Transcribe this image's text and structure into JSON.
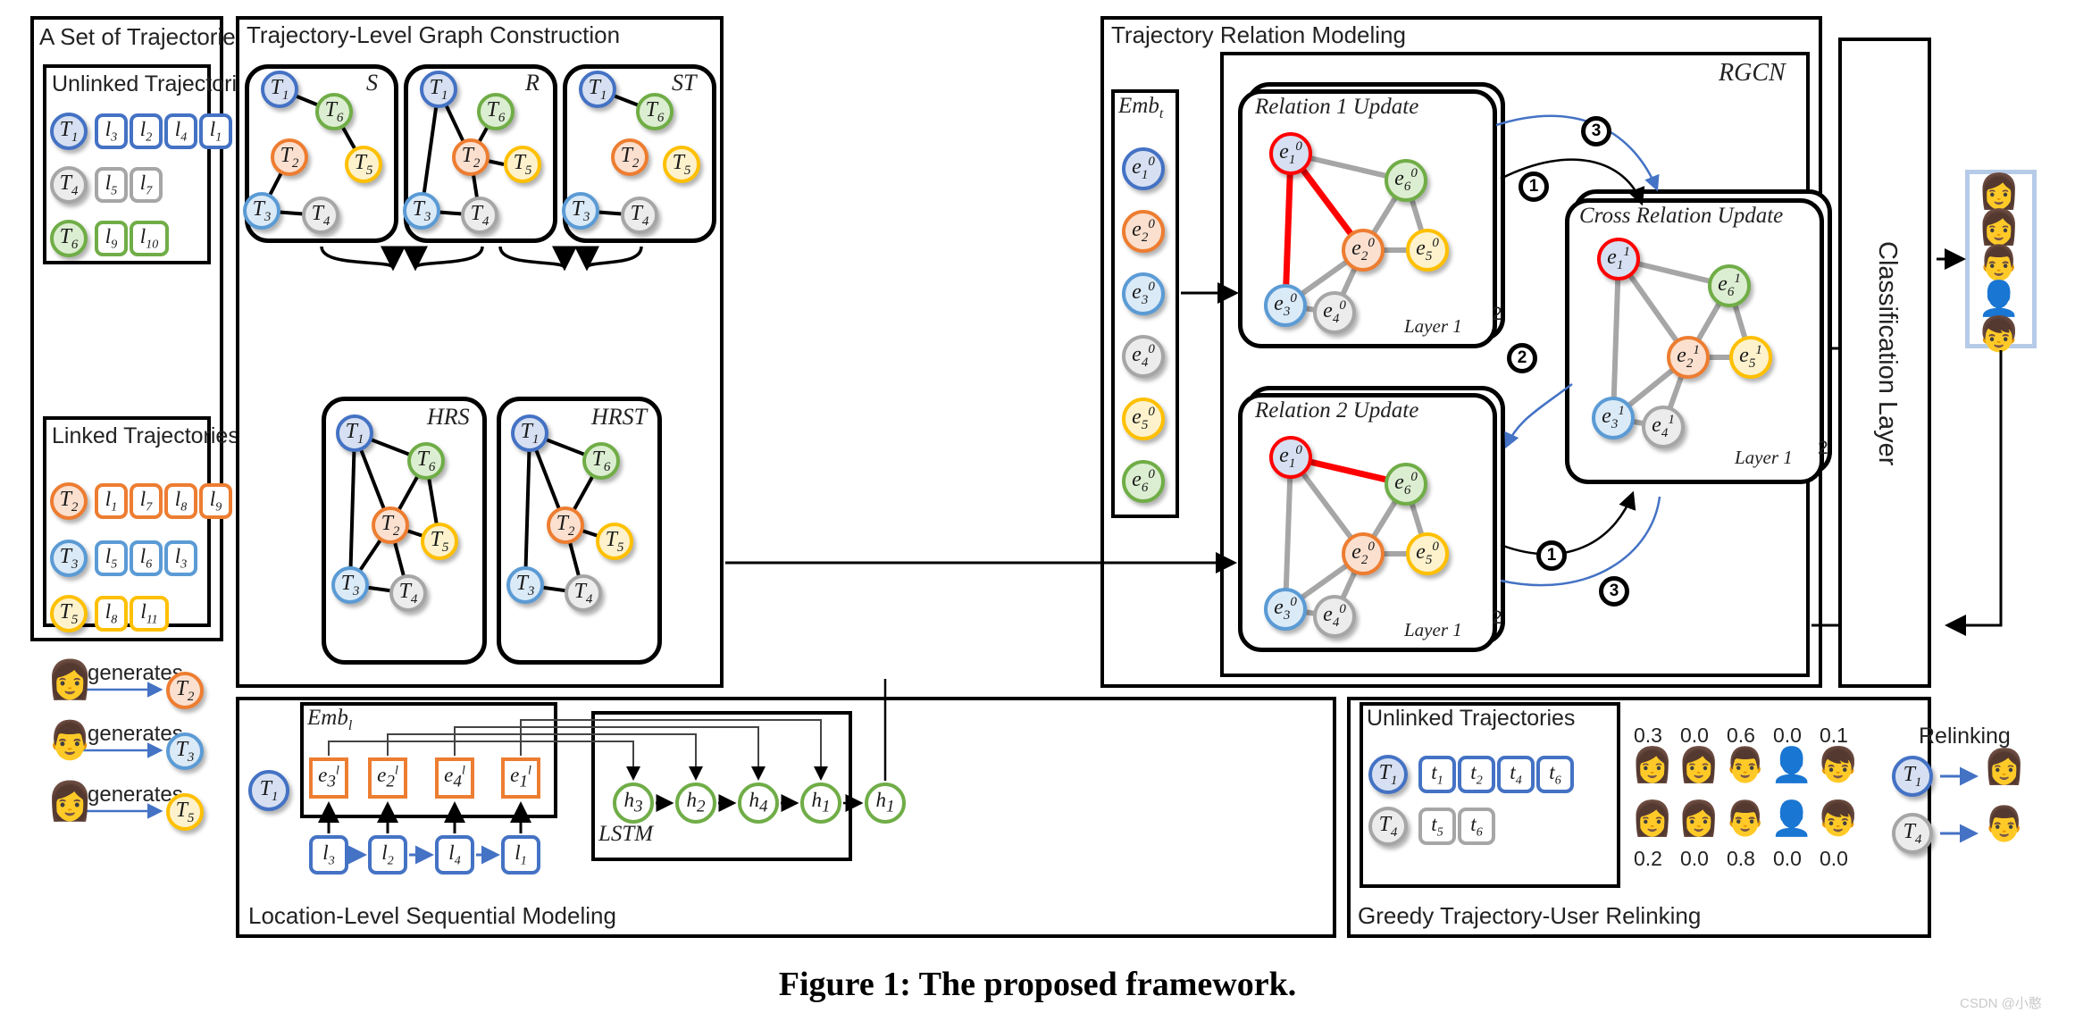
{
  "figure": {
    "caption": "Figure 1: The proposed framework.",
    "watermark": "CSDN @小憨"
  },
  "panels": {
    "trajectory_set": {
      "title": "A Set of Trajectories",
      "unlinked": {
        "title": "Unlinked Trajectories",
        "rows": [
          {
            "traj": "T",
            "sub": "1",
            "color": "blue",
            "locs": [
              {
                "l": "l",
                "sub": "3"
              },
              {
                "l": "l",
                "sub": "2"
              },
              {
                "l": "l",
                "sub": "4"
              },
              {
                "l": "l",
                "sub": "1"
              }
            ]
          },
          {
            "traj": "T",
            "sub": "4",
            "color": "gray",
            "locs": [
              {
                "l": "l",
                "sub": "5"
              },
              {
                "l": "l",
                "sub": "7"
              }
            ]
          },
          {
            "traj": "T",
            "sub": "6",
            "color": "green",
            "locs": [
              {
                "l": "l",
                "sub": "9"
              },
              {
                "l": "l",
                "sub": "10"
              }
            ]
          }
        ]
      },
      "linked": {
        "title": "Linked Trajectories",
        "rows": [
          {
            "traj": "T",
            "sub": "2",
            "color": "orange",
            "locs": [
              {
                "l": "l",
                "sub": "1"
              },
              {
                "l": "l",
                "sub": "7"
              },
              {
                "l": "l",
                "sub": "8"
              },
              {
                "l": "l",
                "sub": "9"
              }
            ]
          },
          {
            "traj": "T",
            "sub": "3",
            "color": "lblue",
            "locs": [
              {
                "l": "l",
                "sub": "5"
              },
              {
                "l": "l",
                "sub": "6"
              },
              {
                "l": "l",
                "sub": "3"
              }
            ]
          },
          {
            "traj": "T",
            "sub": "5",
            "color": "yellow",
            "locs": [
              {
                "l": "l",
                "sub": "8"
              },
              {
                "l": "l",
                "sub": "11"
              }
            ]
          }
        ],
        "generates": [
          {
            "label": "generates",
            "traj": "T",
            "sub": "2",
            "color": "orange",
            "user": "woman-long-hair"
          },
          {
            "label": "generates",
            "traj": "T",
            "sub": "3",
            "color": "lblue",
            "user": "man-dark"
          },
          {
            "label": "generates",
            "traj": "T",
            "sub": "5",
            "color": "yellow",
            "user": "woman-bow"
          }
        ]
      }
    },
    "graph_construction": {
      "title": "Trajectory-Level Graph Construction",
      "graphs": [
        {
          "name": "S",
          "nodes": [
            "T1",
            "T6",
            "T2",
            "T5",
            "T3",
            "T4"
          ],
          "edges": [
            [
              "T1",
              "T6"
            ],
            [
              "T6",
              "T5"
            ],
            [
              "T2",
              "T3"
            ],
            [
              "T3",
              "T4"
            ]
          ]
        },
        {
          "name": "R",
          "nodes": [
            "T1",
            "T6",
            "T2",
            "T5",
            "T3",
            "T4"
          ],
          "edges": [
            [
              "T1",
              "T3"
            ],
            [
              "T1",
              "T2"
            ],
            [
              "T2",
              "T6"
            ],
            [
              "T2",
              "T5"
            ],
            [
              "T2",
              "T4"
            ],
            [
              "T3",
              "T4"
            ]
          ]
        },
        {
          "name": "ST",
          "nodes": [
            "T1",
            "T6",
            "T2",
            "T5",
            "T3",
            "T4"
          ],
          "edges": [
            [
              "T1",
              "T6"
            ],
            [
              "T3",
              "T4"
            ]
          ]
        },
        {
          "name": "HRS",
          "nodes": [
            "T1",
            "T6",
            "T2",
            "T5",
            "T3",
            "T4"
          ],
          "edges": [
            [
              "T1",
              "T6"
            ],
            [
              "T1",
              "T3"
            ],
            [
              "T1",
              "T2"
            ],
            [
              "T2",
              "T6"
            ],
            [
              "T6",
              "T5"
            ],
            [
              "T2",
              "T5"
            ],
            [
              "T2",
              "T3"
            ],
            [
              "T2",
              "T4"
            ],
            [
              "T3",
              "T4"
            ]
          ]
        },
        {
          "name": "HRST",
          "nodes": [
            "T1",
            "T6",
            "T2",
            "T5",
            "T3",
            "T4"
          ],
          "edges": [
            [
              "T1",
              "T6"
            ],
            [
              "T1",
              "T3"
            ],
            [
              "T1",
              "T2"
            ],
            [
              "T2",
              "T6"
            ],
            [
              "T2",
              "T5"
            ],
            [
              "T2",
              "T4"
            ],
            [
              "T3",
              "T4"
            ]
          ]
        }
      ]
    },
    "relation_modeling": {
      "title": "Trajectory Relation Modeling",
      "rgcn_label": "RGCN",
      "emb_t": {
        "label": "Emb",
        "label_sub": "t",
        "nodes": [
          {
            "e": "e",
            "sub": "1",
            "sup": "0",
            "color": "blue"
          },
          {
            "e": "e",
            "sub": "2",
            "sup": "0",
            "color": "orange"
          },
          {
            "e": "e",
            "sub": "3",
            "sup": "0",
            "color": "lblue"
          },
          {
            "e": "e",
            "sub": "4",
            "sup": "0",
            "color": "gray"
          },
          {
            "e": "e",
            "sub": "5",
            "sup": "0",
            "color": "yellow"
          },
          {
            "e": "e",
            "sub": "6",
            "sup": "0",
            "color": "green"
          }
        ]
      },
      "blocks": [
        {
          "label": "Relation 1 Update",
          "layer_label": "Layer 1",
          "stack_label": "2",
          "highlight_edges": [
            [
              "e1",
              "e2"
            ],
            [
              "e1",
              "e3"
            ]
          ]
        },
        {
          "label": "Relation 2 Update",
          "layer_label": "Layer 1",
          "stack_label": "2",
          "highlight_edges": [
            [
              "e1",
              "e6"
            ]
          ]
        },
        {
          "label": "Cross Relation Update",
          "layer_label": "Layer 1",
          "stack_label": "2",
          "highlight_edges": []
        }
      ],
      "step_markers": [
        "1",
        "2",
        "3",
        "1",
        "3"
      ]
    },
    "classification": {
      "label": "Classification Layer"
    },
    "user_column": {
      "users": [
        "woman-bow",
        "woman-long-hair",
        "man-short-hair",
        "man-bald",
        "boy-spiky"
      ]
    },
    "sequential_modeling": {
      "title": "Location-Level Sequential Modeling",
      "traj": {
        "traj": "T",
        "sub": "1",
        "color": "blue"
      },
      "emb_l": {
        "label": "Emb",
        "label_sub": "l"
      },
      "embeddings": [
        {
          "e": "e",
          "sub": "3",
          "sup": "l"
        },
        {
          "e": "e",
          "sub": "2",
          "sup": "l"
        },
        {
          "e": "e",
          "sub": "4",
          "sup": "l"
        },
        {
          "e": "e",
          "sub": "1",
          "sup": "l"
        }
      ],
      "locations": [
        {
          "l": "l",
          "sub": "3"
        },
        {
          "l": "l",
          "sub": "2"
        },
        {
          "l": "l",
          "sub": "4"
        },
        {
          "l": "l",
          "sub": "1"
        }
      ],
      "lstm": {
        "label": "LSTM",
        "hidden": [
          {
            "h": "h",
            "sub": "3"
          },
          {
            "h": "h",
            "sub": "2"
          },
          {
            "h": "h",
            "sub": "4"
          },
          {
            "h": "h",
            "sub": "1"
          }
        ],
        "output": {
          "h": "h",
          "sub": "1"
        }
      }
    },
    "relinking": {
      "title": "Greedy Trajectory-User Relinking",
      "unlinked": {
        "title": "Unlinked Trajectories",
        "rows": [
          {
            "traj": "T",
            "sub": "1",
            "color": "blue",
            "locs": [
              {
                "l": "t",
                "sub": "1"
              },
              {
                "l": "t",
                "sub": "2"
              },
              {
                "l": "t",
                "sub": "4"
              },
              {
                "l": "t",
                "sub": "6"
              }
            ]
          },
          {
            "traj": "T",
            "sub": "4",
            "color": "gray",
            "locs": [
              {
                "l": "t",
                "sub": "5"
              },
              {
                "l": "t",
                "sub": "6"
              }
            ]
          }
        ]
      },
      "prob_matrix": {
        "row1": [
          "0.3",
          "0.0",
          "0.6",
          "0.0",
          "0.1"
        ],
        "row2": [
          "0.2",
          "0.0",
          "0.8",
          "0.0",
          "0.0"
        ],
        "users": [
          "woman-bow",
          "woman-long-hair",
          "man-short-hair",
          "man-bald",
          "boy-spiky"
        ]
      },
      "relinking_label": "Relinking",
      "assignments": [
        {
          "traj": "T",
          "sub": "1",
          "color": "blue",
          "user": "woman-bow"
        },
        {
          "traj": "T",
          "sub": "4",
          "color": "gray",
          "user": "man-short-hair"
        }
      ]
    }
  },
  "colors": {
    "blue": "#4472c4",
    "lblue": "#5b9bd5",
    "orange": "#ed7d31",
    "yellow": "#ffc000",
    "green": "#70ad47",
    "gray": "#a6a6a6",
    "red": "#ff0000",
    "arrow_blue": "#4472c4",
    "edge_black": "#000000",
    "edge_gray": "#a6a6a6"
  }
}
